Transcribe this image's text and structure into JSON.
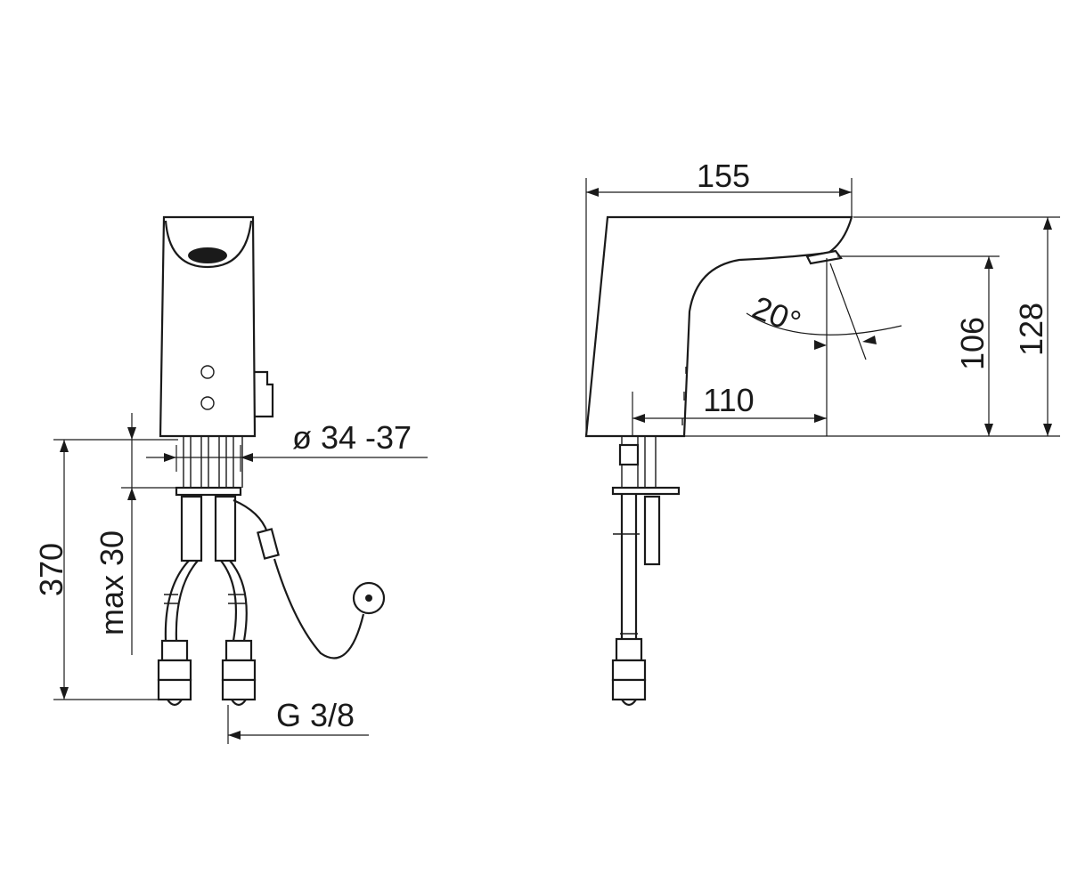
{
  "front_view": {
    "dim_height_total": "370",
    "dim_mount_thickness": "max 30",
    "dim_hole_diameter": "ø 34 -37",
    "dim_thread": "G 3/8"
  },
  "side_view": {
    "dim_length": "155",
    "dim_reach": "110",
    "dim_spout_height": "106",
    "dim_total_height": "128",
    "dim_angle": "20°"
  }
}
